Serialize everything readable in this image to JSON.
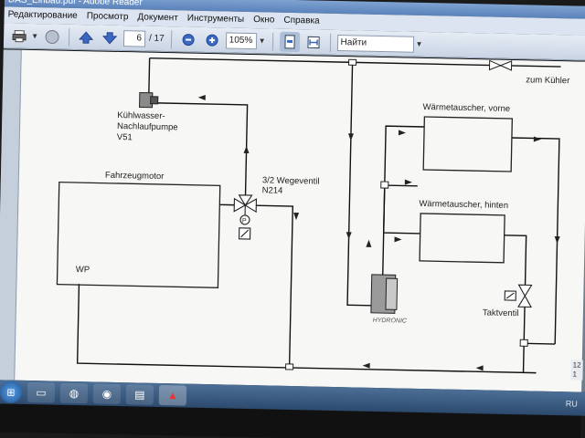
{
  "window": {
    "title": "DAS_Einbau.pdf - Adobe Reader"
  },
  "menu": {
    "items": [
      "Редактирование",
      "Просмотр",
      "Документ",
      "Инструменты",
      "Окно",
      "Справка"
    ]
  },
  "toolbar": {
    "page_current": "6",
    "page_total": "/ 17",
    "zoom": "105%",
    "search_placeholder": "Найти"
  },
  "diagram": {
    "labels": {
      "cooler": "zum Kühler",
      "pump_line1": "Kühlwasser-",
      "pump_line2": "Nachlaufpumpe",
      "pump_line3": "V51",
      "engine": "Fahrzeugmotor",
      "valve_line1": "3/2 Wegeventil",
      "valve_line2": "N214",
      "valve_p": "P",
      "wp": "WP",
      "hx_front": "Wärmetauscher, vorne",
      "hx_rear": "Wärmetauscher, hinten",
      "hydronic": "HYDRONIC",
      "takt": "Taktventil"
    }
  },
  "status": {
    "page_fragment_top": "12",
    "page_fragment_bottom": "1"
  },
  "taskbar": {
    "tray_lang": "RU",
    "icons": [
      "explorer-icon",
      "paint-icon",
      "chrome-icon",
      "winrar-icon",
      "adobe-reader-icon"
    ]
  }
}
